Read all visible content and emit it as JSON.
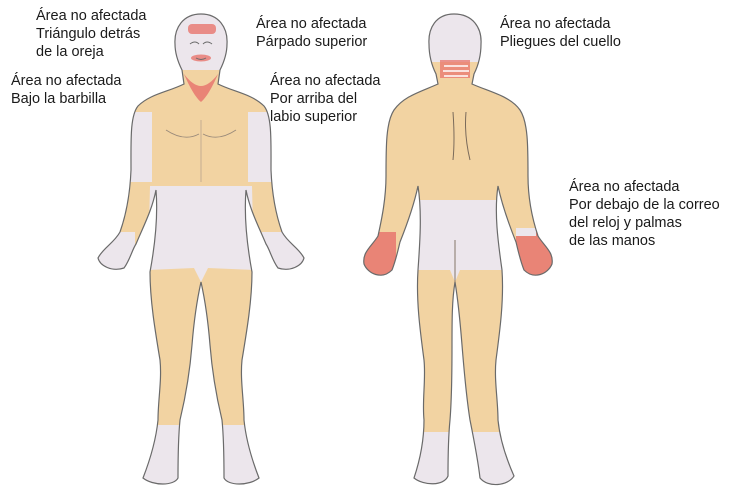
{
  "colors": {
    "affected_skin": "#f2d3a2",
    "unaffected_skin": "#ece6ec",
    "spared_highlight": "#e8766e",
    "outline": "#6a6a6a",
    "text": "#1a1a1a"
  },
  "callouts": {
    "retroauricular": {
      "title": "Área no afectada",
      "lines": [
        "Triángulo detrás",
        "de la oreja"
      ]
    },
    "eyelid": {
      "title": "Área no afectada",
      "lines": [
        "Párpado superior"
      ]
    },
    "chin": {
      "title": "Área no afectada",
      "lines": [
        "Bajo la barbilla"
      ]
    },
    "lip": {
      "title": "Área no afectada",
      "lines": [
        "Por arriba del",
        "labio superior"
      ]
    },
    "neck_folds": {
      "title": "Área no afectada",
      "lines": [
        "Pliegues del cuello"
      ]
    },
    "wrist_palms": {
      "title": "Área no afectada",
      "lines": [
        "Por debajo de la correo",
        "del reloj y palmas",
        "de las manos"
      ]
    }
  }
}
